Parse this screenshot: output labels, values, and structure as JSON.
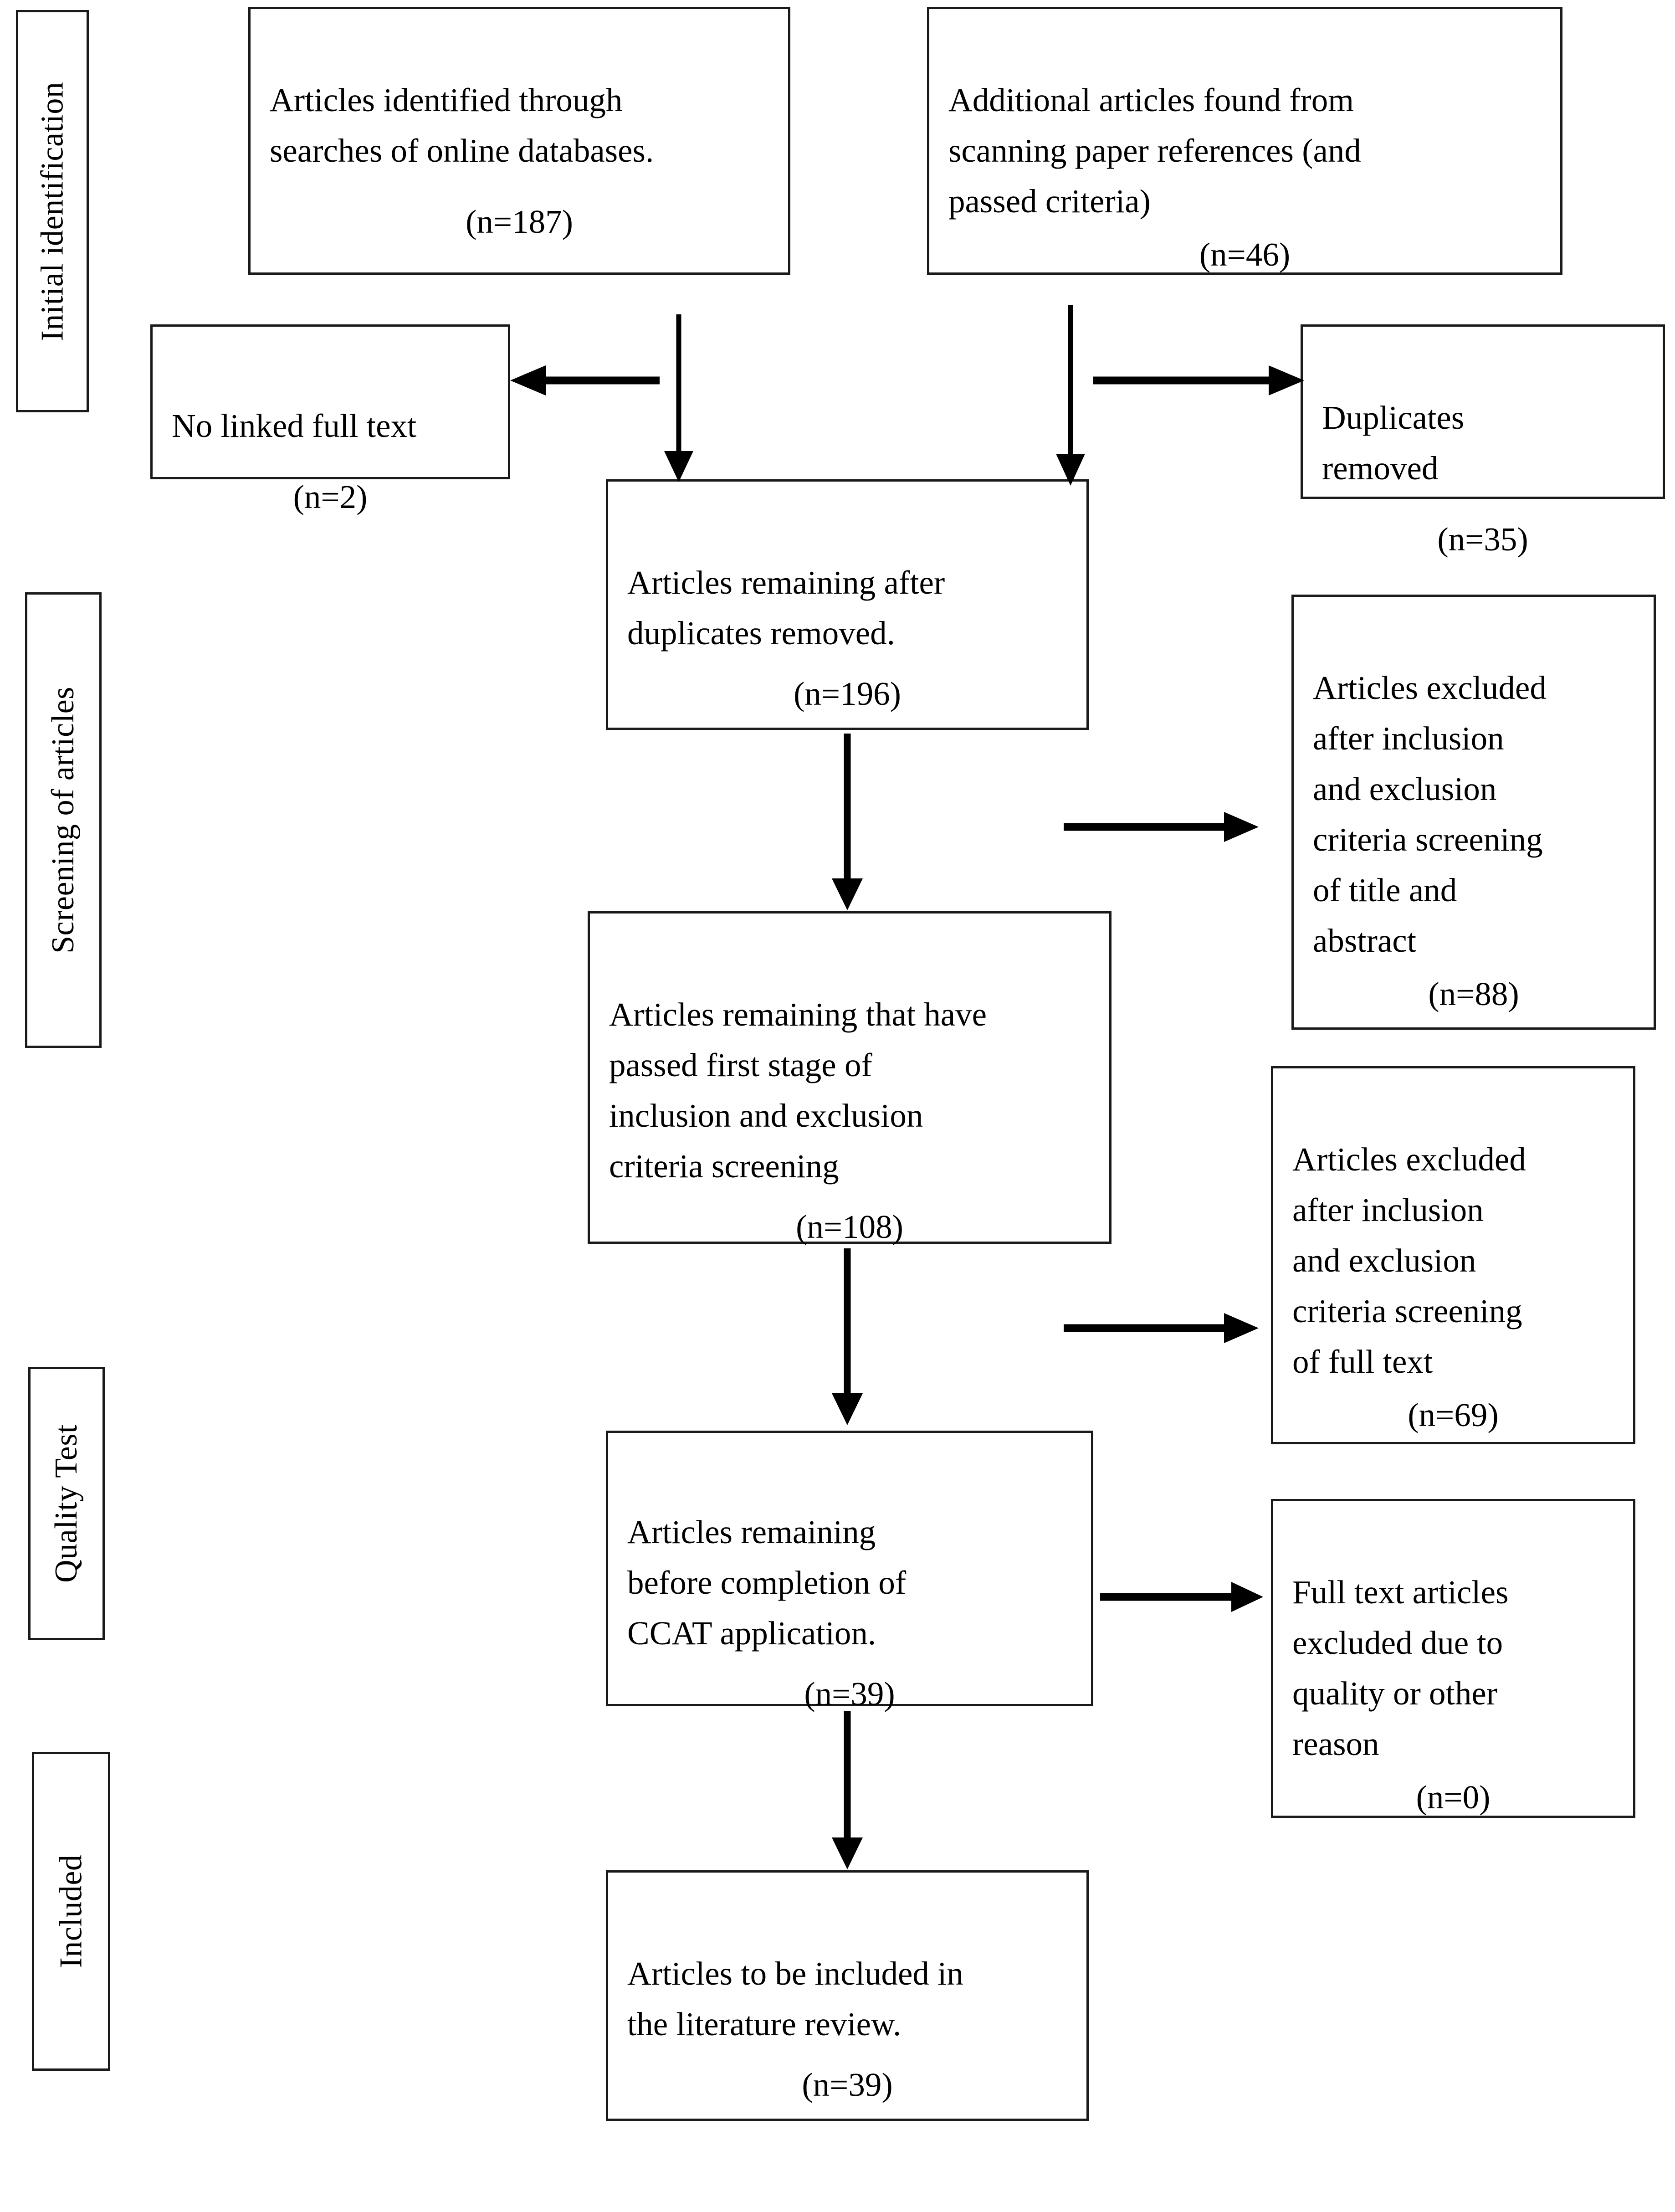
{
  "diagram": {
    "title": "PRISMA literature selection flow diagram",
    "ink_color": "#1a1a1a",
    "background": "#ffffff"
  },
  "stages": [
    {
      "id": "initial-identification",
      "label": "Initial identification"
    },
    {
      "id": "screening-of-articles",
      "label": "Screening of articles"
    },
    {
      "id": "quality-test",
      "label": "Quality Test"
    },
    {
      "id": "included",
      "label": "Included"
    }
  ],
  "boxes": {
    "identified_databases": {
      "text": "Articles identified through\nsearches of online databases.",
      "count": "(n=187)"
    },
    "additional_references": {
      "text": "Additional articles found from\nscanning paper references (and\npassed criteria)",
      "count": "(n=46)"
    },
    "no_linked_full_text": {
      "text": "No linked full text",
      "count": "(n=2)"
    },
    "duplicates_removed": {
      "text": "Duplicates\nremoved",
      "count": "(n=35)"
    },
    "remaining_after_duplicates": {
      "text": "Articles remaining after\nduplicates removed.",
      "count": "(n=196)"
    },
    "excluded_title_abstract": {
      "text": "Articles excluded\nafter inclusion\nand exclusion\ncriteria screening\nof title and\nabstract",
      "count": "(n=88)"
    },
    "passed_first_stage": {
      "text": "Articles remaining that have\npassed first stage of\ninclusion and exclusion\ncriteria screening",
      "count": "(n=108)"
    },
    "excluded_full_text": {
      "text": "Articles excluded\nafter inclusion\nand exclusion\ncriteria screening\nof full text",
      "count": "(n=69)"
    },
    "remaining_before_ccat": {
      "text": "Articles remaining\nbefore completion of\nCCAT application.",
      "count": "(n=39)"
    },
    "excluded_quality": {
      "text": "Full text articles\nexcluded due to\nquality or other\nreason",
      "count": "(n=0)"
    },
    "included_final": {
      "text": "Articles to be included in\nthe literature review.",
      "count": "(n=39)"
    }
  },
  "chart_data": {
    "type": "diagram",
    "title": "PRISMA literature selection flow diagram",
    "nodes": [
      {
        "id": "identified_databases",
        "stage": "Initial identification",
        "label": "Articles identified through searches of online databases.",
        "n": 187
      },
      {
        "id": "additional_references",
        "stage": "Initial identification",
        "label": "Additional articles found from scanning paper references (and passed criteria)",
        "n": 46
      },
      {
        "id": "no_linked_full_text",
        "stage": "Initial identification",
        "label": "No linked full text",
        "n": 2
      },
      {
        "id": "duplicates_removed",
        "stage": "Initial identification",
        "label": "Duplicates removed",
        "n": 35
      },
      {
        "id": "remaining_after_duplicates",
        "stage": "Screening of articles",
        "label": "Articles remaining after duplicates removed.",
        "n": 196
      },
      {
        "id": "excluded_title_abstract",
        "stage": "Screening of articles",
        "label": "Articles excluded after inclusion and exclusion criteria screening of title and abstract",
        "n": 88
      },
      {
        "id": "passed_first_stage",
        "stage": "Screening of articles",
        "label": "Articles remaining that have passed first stage of inclusion and exclusion criteria screening",
        "n": 108
      },
      {
        "id": "excluded_full_text",
        "stage": "Quality Test",
        "label": "Articles excluded after inclusion and exclusion criteria screening of full text",
        "n": 69
      },
      {
        "id": "remaining_before_ccat",
        "stage": "Quality Test",
        "label": "Articles remaining before completion of CCAT application.",
        "n": 39
      },
      {
        "id": "excluded_quality",
        "stage": "Quality Test",
        "label": "Full text articles excluded due to quality or other reason",
        "n": 0
      },
      {
        "id": "included_final",
        "stage": "Included",
        "label": "Articles to be included in the literature review.",
        "n": 39
      }
    ],
    "edges": [
      {
        "from": "identified_databases",
        "to": "no_linked_full_text",
        "direction": "left"
      },
      {
        "from": "identified_databases",
        "to": "remaining_after_duplicates",
        "direction": "down"
      },
      {
        "from": "additional_references",
        "to": "duplicates_removed",
        "direction": "right"
      },
      {
        "from": "additional_references",
        "to": "remaining_after_duplicates",
        "direction": "down"
      },
      {
        "from": "remaining_after_duplicates",
        "to": "excluded_title_abstract",
        "direction": "right"
      },
      {
        "from": "remaining_after_duplicates",
        "to": "passed_first_stage",
        "direction": "down"
      },
      {
        "from": "passed_first_stage",
        "to": "excluded_full_text",
        "direction": "right"
      },
      {
        "from": "passed_first_stage",
        "to": "remaining_before_ccat",
        "direction": "down"
      },
      {
        "from": "remaining_before_ccat",
        "to": "excluded_quality",
        "direction": "right"
      },
      {
        "from": "remaining_before_ccat",
        "to": "included_final",
        "direction": "down"
      }
    ]
  }
}
